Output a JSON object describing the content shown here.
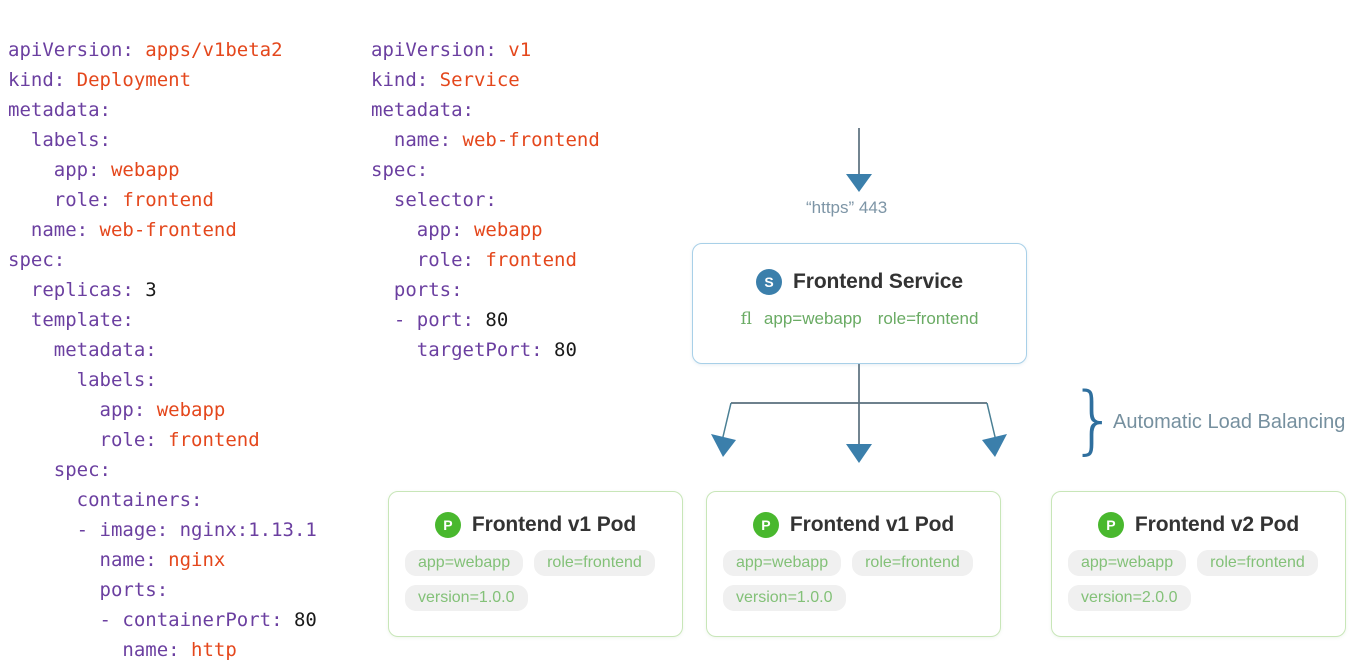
{
  "yaml": {
    "deployment": {
      "name": "deployment-manifest",
      "lines": [
        [
          {
            "t": "apiVersion: ",
            "c": "k"
          },
          {
            "t": "apps/v1beta2",
            "c": "v"
          }
        ],
        [
          {
            "t": "kind: ",
            "c": "k"
          },
          {
            "t": "Deployment",
            "c": "v"
          }
        ],
        [
          {
            "t": "metadata:",
            "c": "k"
          }
        ],
        [
          {
            "t": "  labels:",
            "c": "k"
          }
        ],
        [
          {
            "t": "    app: ",
            "c": "k"
          },
          {
            "t": "webapp",
            "c": "v"
          }
        ],
        [
          {
            "t": "    role: ",
            "c": "k"
          },
          {
            "t": "frontend",
            "c": "v"
          }
        ],
        [
          {
            "t": "  name: ",
            "c": "k"
          },
          {
            "t": "web-frontend",
            "c": "v"
          }
        ],
        [
          {
            "t": "spec:",
            "c": "k"
          }
        ],
        [
          {
            "t": "  replicas: ",
            "c": "k"
          },
          {
            "t": "3",
            "c": "n"
          }
        ],
        [
          {
            "t": "  template:",
            "c": "k"
          }
        ],
        [
          {
            "t": "    metadata:",
            "c": "k"
          }
        ],
        [
          {
            "t": "      labels:",
            "c": "k"
          }
        ],
        [
          {
            "t": "        app: ",
            "c": "k"
          },
          {
            "t": "webapp",
            "c": "v"
          }
        ],
        [
          {
            "t": "        role: ",
            "c": "k"
          },
          {
            "t": "frontend",
            "c": "v"
          }
        ],
        [
          {
            "t": "    spec:",
            "c": "k"
          }
        ],
        [
          {
            "t": "      containers:",
            "c": "k"
          }
        ],
        [
          {
            "t": "      - image: nginx:1.13.1",
            "c": "k"
          }
        ],
        [
          {
            "t": "        name: ",
            "c": "k"
          },
          {
            "t": "nginx",
            "c": "v"
          }
        ],
        [
          {
            "t": "        ports:",
            "c": "k"
          }
        ],
        [
          {
            "t": "        - containerPort: ",
            "c": "k"
          },
          {
            "t": "80",
            "c": "n"
          }
        ],
        [
          {
            "t": "          name: ",
            "c": "k"
          },
          {
            "t": "http",
            "c": "v"
          }
        ]
      ]
    },
    "service": {
      "name": "service-manifest",
      "lines": [
        [
          {
            "t": "apiVersion: ",
            "c": "k"
          },
          {
            "t": "v1",
            "c": "v"
          }
        ],
        [
          {
            "t": "kind: ",
            "c": "k"
          },
          {
            "t": "Service",
            "c": "v"
          }
        ],
        [
          {
            "t": "metadata:",
            "c": "k"
          }
        ],
        [
          {
            "t": "  name: ",
            "c": "k"
          },
          {
            "t": "web-frontend",
            "c": "v"
          }
        ],
        [
          {
            "t": "spec:",
            "c": "k"
          }
        ],
        [
          {
            "t": "  selector:",
            "c": "k"
          }
        ],
        [
          {
            "t": "    app: ",
            "c": "k"
          },
          {
            "t": "webapp",
            "c": "v"
          }
        ],
        [
          {
            "t": "    role: ",
            "c": "k"
          },
          {
            "t": "frontend",
            "c": "v"
          }
        ],
        [
          {
            "t": "  ports:",
            "c": "k"
          }
        ],
        [
          {
            "t": "  - port: ",
            "c": "k"
          },
          {
            "t": "80",
            "c": "n"
          }
        ],
        [
          {
            "t": "    targetPort: ",
            "c": "k"
          },
          {
            "t": "80",
            "c": "n"
          }
        ]
      ]
    }
  },
  "diagram": {
    "ingress_label": "“https” 443",
    "load_balancing_label": "Automatic Load Balancing",
    "brace_glyph": "}",
    "service": {
      "badge": "S",
      "title": "Frontend Service",
      "selector_glyph": "ﬂ",
      "selectors": [
        "app=webapp",
        "role=frontend"
      ]
    },
    "pods": [
      {
        "badge": "P",
        "title": "Frontend v1 Pod",
        "labels": [
          "app=webapp",
          "role=frontend",
          "version=1.0.0"
        ]
      },
      {
        "badge": "P",
        "title": "Frontend v1 Pod",
        "labels": [
          "app=webapp",
          "role=frontend",
          "version=1.0.0"
        ]
      },
      {
        "badge": "P",
        "title": "Frontend v2 Pod",
        "labels": [
          "app=webapp",
          "role=frontend",
          "version=2.0.0"
        ]
      }
    ]
  },
  "colors": {
    "yaml_key": "#6b3fa0",
    "yaml_string": "#e4471c",
    "yaml_number": "#1a1a1a",
    "service_border": "#a8d0e8",
    "service_badge": "#3b7fab",
    "pod_border": "#c8e6b8",
    "pod_badge": "#49b82e",
    "chip_bg": "#f0f0f0",
    "chip_text": "#83c178",
    "arrow": "#3b7fab",
    "arrow_line": "#5a6f7d",
    "annotation_text": "#7d95a6",
    "brace": "#2f6f9e"
  }
}
